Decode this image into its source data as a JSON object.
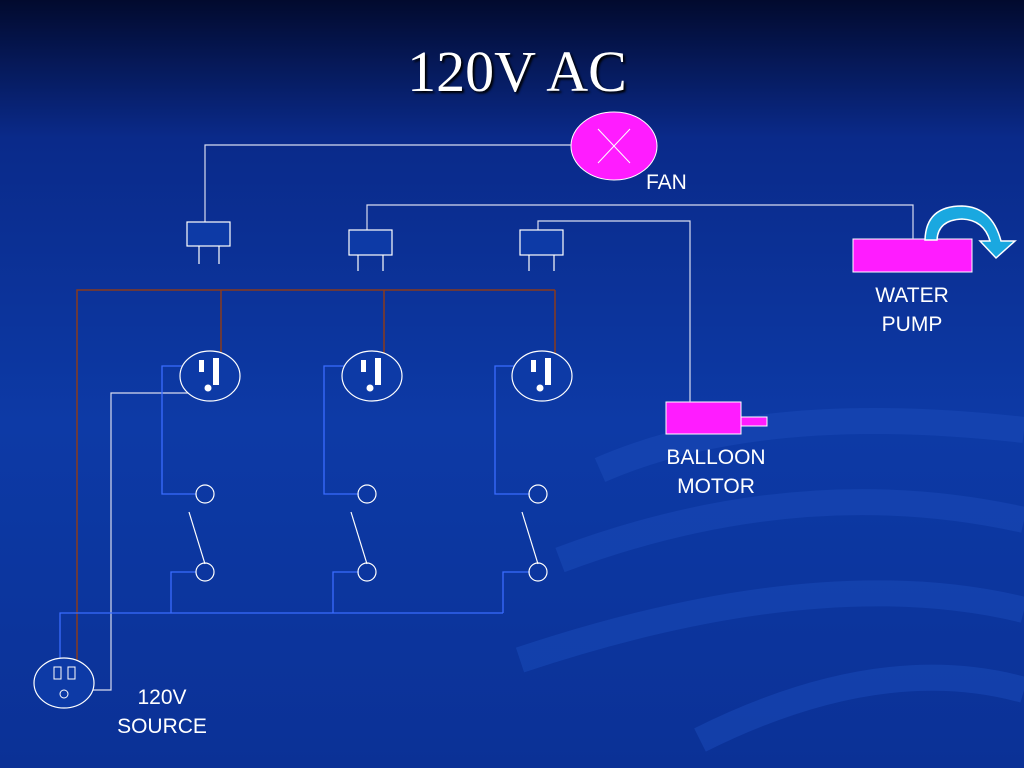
{
  "title": "120V AC",
  "labels": {
    "fan": "FAN",
    "water_pump": [
      "WATER",
      "PUMP"
    ],
    "balloon_motor": [
      "BALLOON",
      "MOTOR"
    ],
    "source": [
      "120V",
      "SOURCE"
    ]
  },
  "colors": {
    "device": "#ff1cff",
    "wire_white": "#d8dcf0",
    "wire_hot": "#7a3a20",
    "wire_switch": "#3a6cff",
    "arrow": "#1aa8e0"
  }
}
